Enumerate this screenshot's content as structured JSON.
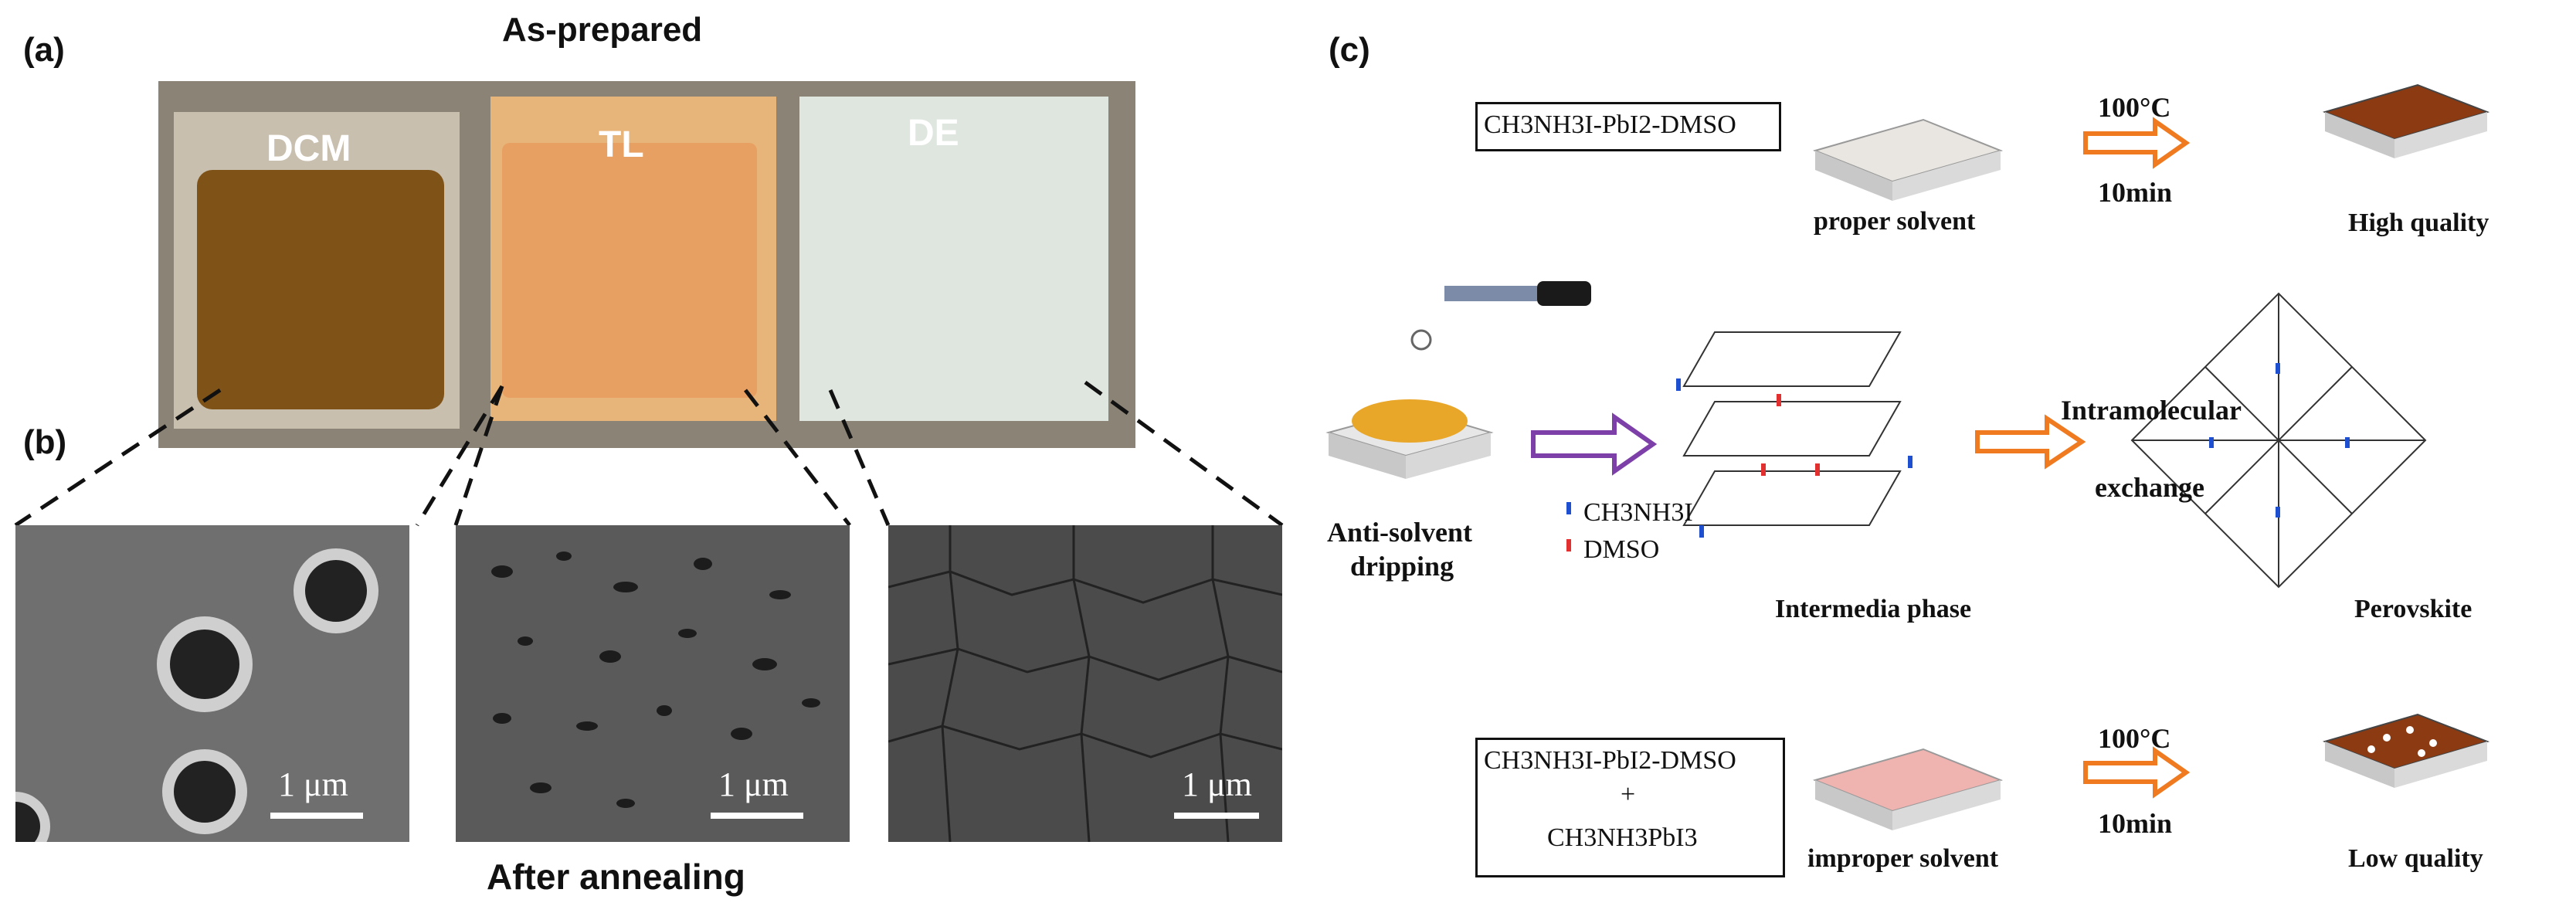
{
  "panel_a": {
    "label": "(a)",
    "title": "As-prepared",
    "samples": [
      {
        "name": "DCM",
        "color": "#8d5a1c"
      },
      {
        "name": "TL",
        "color": "#e0a060"
      },
      {
        "name": "DE",
        "color": "#e3ebe4"
      }
    ]
  },
  "panel_b": {
    "label": "(b)",
    "caption": "After annealing",
    "scale_labels": [
      "1 μm",
      "1 μm",
      "1 μm"
    ]
  },
  "panel_c": {
    "label": "(c)",
    "top_box": "CH3NH3I-PbI2-DMSO",
    "top_substrate": "proper solvent",
    "temp": "100°C",
    "time": "10min",
    "top_result": "High quality",
    "anti_solvent_1": "Anti-solvent",
    "anti_solvent_2": "dripping",
    "legend_ma": "CH3NH3I",
    "legend_dmso": "DMSO",
    "intermediate": "Intermedia phase",
    "exchange_1": "Intramolecular",
    "exchange_2": "exchange",
    "perovskite": "Perovskite",
    "bottom_box_1": "CH3NH3I-PbI2-DMSO",
    "bottom_box_plus": "+",
    "bottom_box_2": "CH3NH3PbI3",
    "bottom_substrate": "improper solvent",
    "bottom_result": "Low quality",
    "colors": {
      "arrow_orange": "#f07a20",
      "arrow_purple": "#7d3fa8",
      "film_brown": "#8b3a12",
      "ma_blue": "#1f4fd1",
      "dmso_red": "#e23030"
    }
  }
}
